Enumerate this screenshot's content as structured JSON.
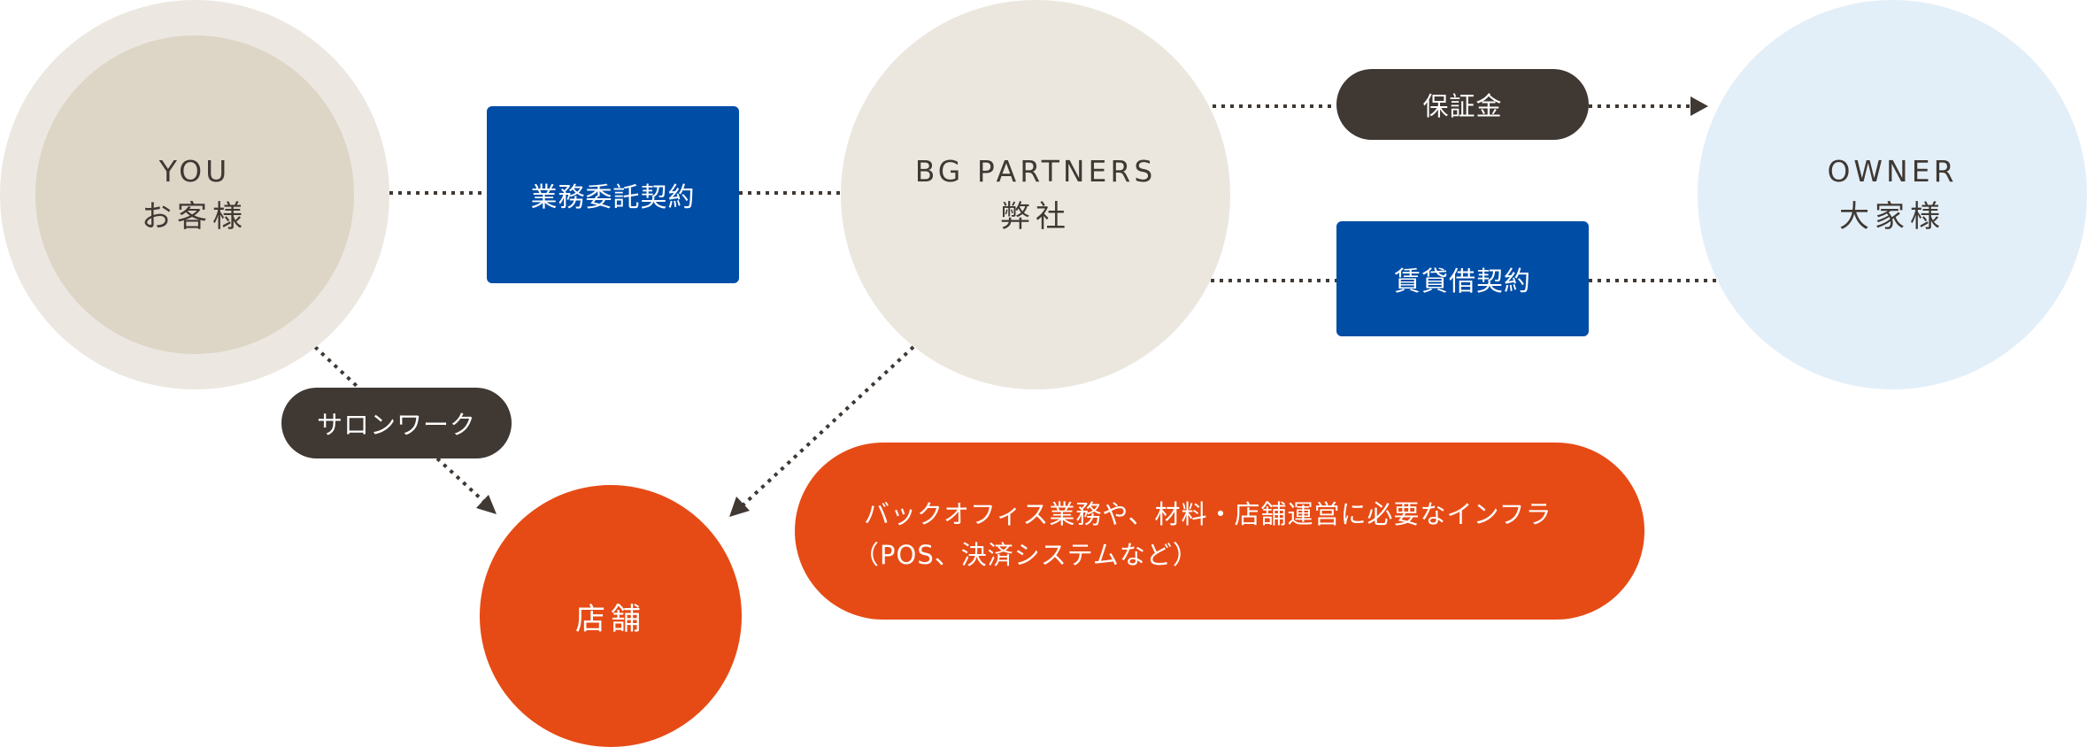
{
  "colors": {
    "beige_outer": "#ece8e1",
    "beige_inner": "#ddd5c6",
    "beige_partner": "#ebe7df",
    "owner_blue": "#e3eff8",
    "contract_blue": "#004da6",
    "dark_brown": "#3f3833",
    "orange": "#e64b15",
    "text_dark": "#3f3833",
    "line_dark": "#3f3833"
  },
  "nodes": {
    "you": {
      "en": "YOU",
      "ja": "お客様"
    },
    "partner": {
      "en": "BG PARTNERS",
      "ja": "弊社"
    },
    "owner": {
      "en": "OWNER",
      "ja": "大家様"
    },
    "shop": {
      "ja": "店舗"
    }
  },
  "labels": {
    "business_contract": "業務委託契約",
    "lease_contract": "賃貸借契約",
    "deposit": "保証金",
    "salon_work": "サロンワーク"
  },
  "info": {
    "line1": "バックオフィス業務や、材料・店舗運営に必要なインフラ",
    "line2": "（POS、決済システムなど）"
  }
}
